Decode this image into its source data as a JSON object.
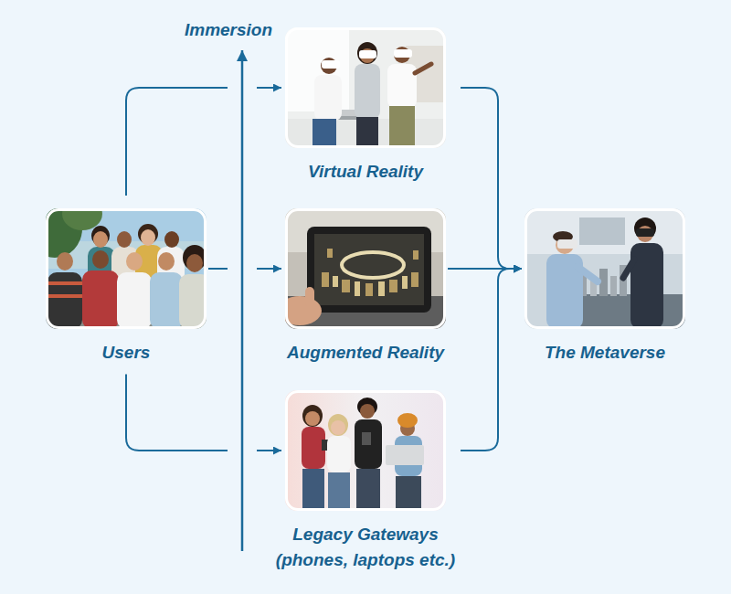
{
  "diagram": {
    "nodes": [
      {
        "text": [
          "Users"
        ]
      },
      {
        "text": [
          "Virtual Reality"
        ]
      },
      {
        "text": [
          "Augmented Reality"
        ]
      },
      {
        "text": [
          "Legacy Gateways (phones, laptops etc.)"
        ]
      },
      {
        "text": [
          "The Metaverse"
        ]
      }
    ],
    "edges": [
      {
        "from": 0,
        "to": 1,
        "arrow": "to"
      },
      {
        "from": 0,
        "to": 2,
        "arrow": "to"
      },
      {
        "from": 0,
        "to": 3,
        "arrow": "to"
      },
      {
        "from": 1,
        "to": 4,
        "arrow": "to"
      },
      {
        "from": 2,
        "to": 4,
        "arrow": "to"
      },
      {
        "from": 3,
        "to": 4,
        "arrow": "to"
      }
    ],
    "labels": [
      "Immersion"
    ]
  }
}
